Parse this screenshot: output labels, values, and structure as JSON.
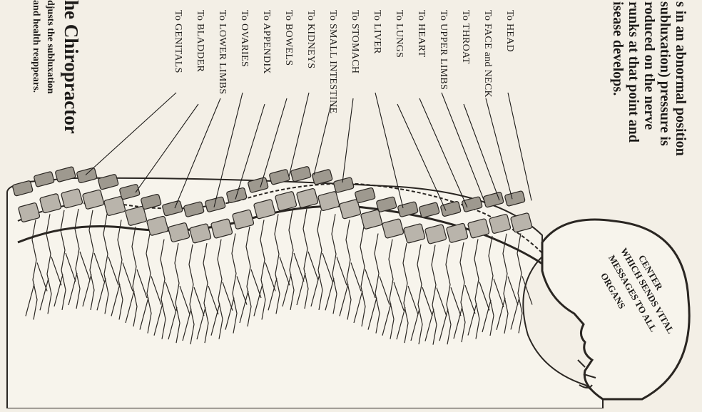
{
  "intro_lines": [
    "s in an abnormal position",
    "subluxation) pressure is",
    "roduced  on  the  nerve",
    "runks at that point and",
    "isease develops."
  ],
  "nerve_labels": [
    "To HEAD",
    "To FACE and NECK",
    "To THROAT",
    "To UPPER LIMBS",
    "To HEART",
    "To LUNGS",
    "To LIVER",
    "To STOMACH",
    "To SMALL INTESTINE",
    "To KIDNEYS",
    "To BOWELS",
    "To APPENDIX",
    "To OVARIES",
    "To LOWER LIMBS",
    "To BLADDER",
    "To GENITALS"
  ],
  "chiropractor": {
    "title": "he Chiropractor",
    "line1": "djusts the subluxation",
    "line2": "and health reappears."
  },
  "brain_center": {
    "line1": "CENTER",
    "line2": "WHICH SENDS VITAL",
    "line3": "MESSAGES TO ALL",
    "line4": "ORGANS"
  }
}
